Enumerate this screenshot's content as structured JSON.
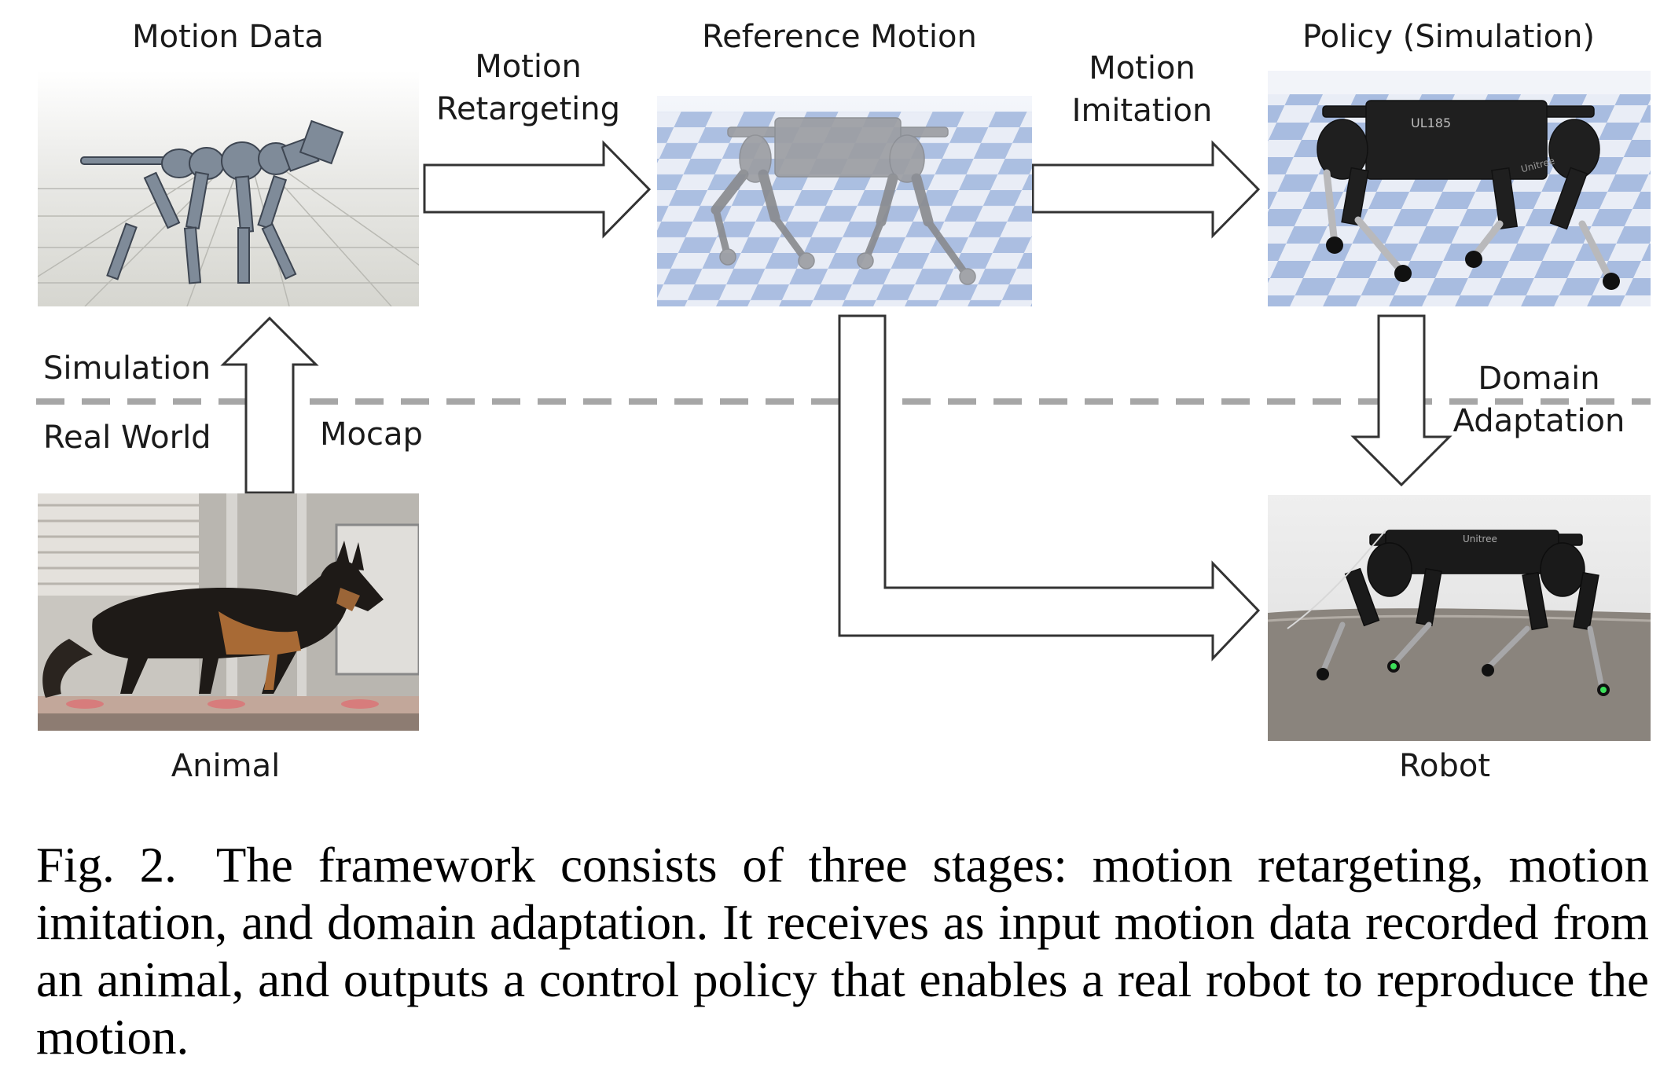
{
  "figure": {
    "panels": {
      "motion_data": "Motion Data",
      "reference_motion": "Reference Motion",
      "policy": "Policy (Simulation)",
      "animal": "Animal",
      "robot": "Robot"
    },
    "arrows": {
      "retargeting_line1": "Motion",
      "retargeting_line2": "Retargeting",
      "imitation_line1": "Motion",
      "imitation_line2": "Imitation",
      "adaptation_line1": "Domain",
      "adaptation_line2": "Adaptation",
      "mocap": "Mocap"
    },
    "domains": {
      "simulation": "Simulation",
      "real_world": "Real World"
    },
    "robot_brand": "Unitree",
    "robot_model": "UL185"
  },
  "caption": {
    "fig_label": "Fig. 2.",
    "text": "The framework consists of three stages: motion retargeting, motion imitation, and domain adaptation. It receives as input motion data recorded from an animal, and outputs a control policy that enables a real robot to reproduce the motion."
  }
}
